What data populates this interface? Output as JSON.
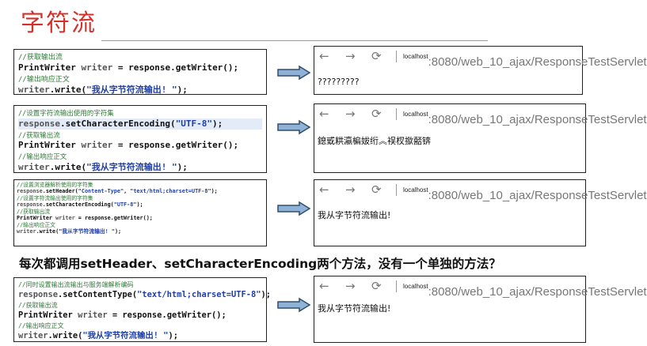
{
  "title": "字符流",
  "question": "每次都调用setHeader、setCharacterEncoding两个方法，没有一个单独的方法？",
  "examples": [
    {
      "code": [
        {
          "t": "cm",
          "v": "//获取输出流"
        },
        {
          "t": "mix",
          "parts": [
            [
              "kw",
              "PrintWriter "
            ],
            [
              "vr",
              "writer"
            ],
            [
              "kw",
              " = response.getWriter();"
            ]
          ]
        },
        {
          "t": "cm",
          "v": "//输出响应正文"
        },
        {
          "t": "mix",
          "parts": [
            [
              "vr",
              "writer"
            ],
            [
              "kw",
              ".write("
            ],
            [
              "st",
              "\"我从字节符流输出! \""
            ],
            [
              "kw",
              ");"
            ]
          ]
        }
      ],
      "browser": {
        "url_host": "localhost",
        "url_rest": ":8080/web_10_ajax/ResponseTestServlet",
        "content": "?????????"
      }
    },
    {
      "code": [
        {
          "t": "cm",
          "v": "//设置字符流输出使用的字符集"
        },
        {
          "t": "mix",
          "hl": true,
          "parts": [
            [
              "vr",
              "response"
            ],
            [
              "kw",
              ".setCharacterEncoding("
            ],
            [
              "st",
              "\"UTF-8\""
            ],
            [
              "kw",
              ");"
            ]
          ]
        },
        {
          "t": "cm",
          "v": "//获取输出流"
        },
        {
          "t": "mix",
          "parts": [
            [
              "kw",
              "PrintWriter "
            ],
            [
              "vr",
              "writer"
            ],
            [
              "kw",
              " = response.getWriter();"
            ]
          ]
        },
        {
          "t": "cm",
          "v": "//输出响应正文"
        },
        {
          "t": "mix",
          "parts": [
            [
              "vr",
              "writer"
            ],
            [
              "kw",
              ".write("
            ],
            [
              "st",
              "\"我从字节符流输出! \""
            ],
            [
              "kw",
              ");"
            ]
          ]
        }
      ],
      "browser": {
        "url_host": "localhost",
        "url_rest": ":8080/web_10_ajax/ResponseTestServlet",
        "content": "鎴戜粠瀛楄妭绗︽祦杈撳嚭锛"
      }
    },
    {
      "code": [
        {
          "t": "cm",
          "v": "//设置浏览器解析使用的字符集"
        },
        {
          "t": "mix",
          "parts": [
            [
              "vr",
              "response"
            ],
            [
              "kw",
              ".setHeader("
            ],
            [
              "st",
              "\"Content-Type\""
            ],
            [
              "kw",
              ", "
            ],
            [
              "st",
              "\"text/html;charset=UTF-8\""
            ],
            [
              "kw",
              ");"
            ]
          ]
        },
        {
          "t": "cm",
          "v": "//设置字符流输出使用的字符集"
        },
        {
          "t": "mix",
          "parts": [
            [
              "vr",
              "response"
            ],
            [
              "kw",
              ".setCharacterEncoding("
            ],
            [
              "st",
              "\"UTF-8\""
            ],
            [
              "kw",
              ");"
            ]
          ]
        },
        {
          "t": "cm",
          "v": "//获取输出流"
        },
        {
          "t": "mix",
          "parts": [
            [
              "kw",
              "PrintWriter "
            ],
            [
              "vr",
              "writer"
            ],
            [
              "kw",
              " = response.getWriter();"
            ]
          ]
        },
        {
          "t": "cm",
          "v": "//输出响应正文"
        },
        {
          "t": "mix",
          "parts": [
            [
              "vr",
              "writer"
            ],
            [
              "kw",
              ".write("
            ],
            [
              "st",
              "\"我从字节符流输出! \""
            ],
            [
              "kw",
              ");"
            ]
          ]
        }
      ],
      "browser": {
        "url_host": "localhost",
        "url_rest": ":8080/web_10_ajax/ResponseTestServlet",
        "content": "我从字节符流输出!"
      }
    },
    {
      "code": [
        {
          "t": "cm",
          "v": "//同时设置输出流输出与服务端解析编码"
        },
        {
          "t": "mix",
          "parts": [
            [
              "vr",
              "response"
            ],
            [
              "kw",
              ".setContentType("
            ],
            [
              "st",
              "\"text/html;charset=UTF-8\""
            ],
            [
              "kw",
              ");"
            ]
          ]
        },
        {
          "t": "cm",
          "v": "//获取输出流"
        },
        {
          "t": "mix",
          "parts": [
            [
              "kw",
              "PrintWriter "
            ],
            [
              "vr",
              "writer"
            ],
            [
              "kw",
              " = response.getWriter();"
            ]
          ]
        },
        {
          "t": "cm",
          "v": "//输出响应正文"
        },
        {
          "t": "mix",
          "parts": [
            [
              "vr",
              "writer"
            ],
            [
              "kw",
              ".write("
            ],
            [
              "st",
              "\"我从字节符流输出! \""
            ],
            [
              "kw",
              ");"
            ]
          ]
        }
      ],
      "browser": {
        "url_host": "localhost",
        "url_rest": ":8080/web_10_ajax/ResponseTestServlet",
        "content": "我从字节符流输出!"
      }
    }
  ],
  "icons": {
    "back": "back-arrow-icon",
    "forward": "forward-arrow-icon",
    "reload": "reload-icon",
    "arrow": "right-arrow-icon"
  },
  "colors": {
    "title": "#d4302a",
    "comment": "#2c7a34",
    "string": "#1f3fa6",
    "arrow_fill": "#8fb2d6",
    "arrow_stroke": "#2f4f6f"
  }
}
